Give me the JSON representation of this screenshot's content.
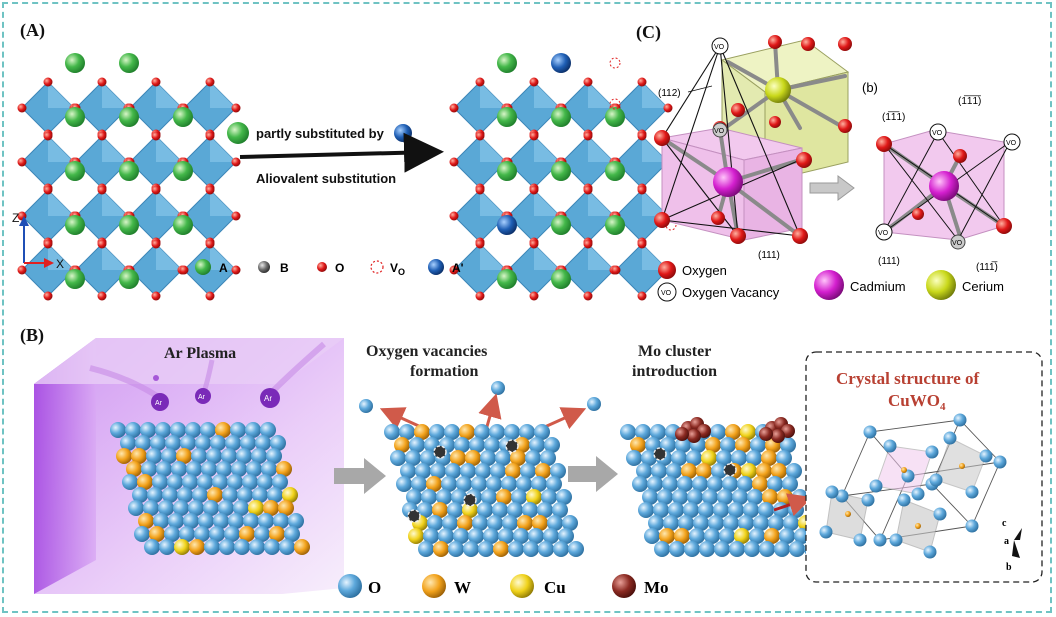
{
  "panel_a": {
    "label": "(A)",
    "arrow_top": "partly substituted by",
    "arrow_bottom": "Aliovalent substitution",
    "axis_z": "Z",
    "axis_x": "X",
    "legend": [
      {
        "key": "A",
        "color": "#3fb54a"
      },
      {
        "key": "B",
        "color": "#6b6b6b"
      },
      {
        "key": "O",
        "color": "#e02020"
      },
      {
        "key": "V",
        "sub": "O",
        "color": "#e02020"
      },
      {
        "key": "A'",
        "color": "#1f5fb5"
      }
    ]
  },
  "panel_c": {
    "label": "(C)",
    "sub_label_b": "(b)",
    "plane_112": "(112)",
    "plane_111": "(111)",
    "plane_111bar_a": "(1̅1̅1)",
    "plane_111bar_b": "(1̅1̅1̅)",
    "plane_111bar_c": "(111̅)",
    "plane_111_left": "(111)",
    "vacancy_symbol": "VO",
    "legend": {
      "oxygen": "Oxygen",
      "vacancy": "Oxygen Vacancy",
      "cadmium": "Cadmium",
      "cerium": "Cerium"
    },
    "colors": {
      "oxygen": "#e01818",
      "cadmium": "#d41fcf",
      "cerium": "#c9d81a"
    }
  },
  "panel_b": {
    "label": "(B)",
    "step1": "Ar Plasma",
    "ion": "Ar",
    "step2_l1": "Oxygen vacancies",
    "step2_l2": "formation",
    "step3_l1": "Mo cluster",
    "step3_l2": "introduction",
    "inset_title_l1": "Crystal structure of",
    "inset_title_l2": "CuWO",
    "inset_title_sub": "4",
    "axes": {
      "c": "c",
      "a": "a",
      "b": "b"
    },
    "legend": [
      {
        "key": "O",
        "color": "#5ea9dc"
      },
      {
        "key": "W",
        "color": "#f2a21b"
      },
      {
        "key": "Cu",
        "color": "#f0d21a"
      },
      {
        "key": "Mo",
        "color": "#8b2a22"
      }
    ]
  }
}
